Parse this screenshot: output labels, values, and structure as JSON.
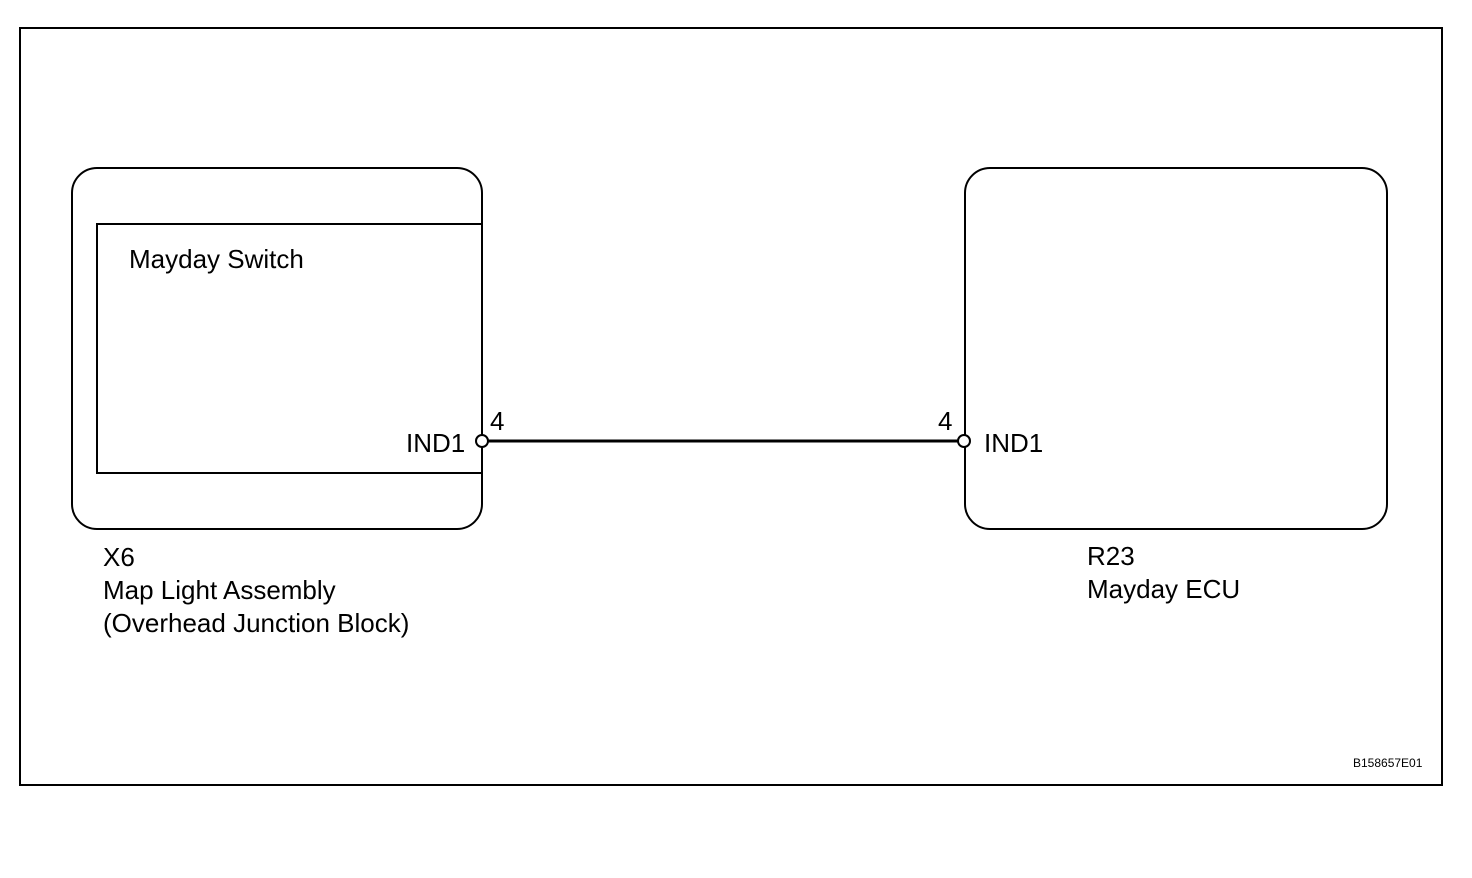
{
  "left_component": {
    "code": "X6",
    "name": "Map Light Assembly",
    "subname": "(Overhead Junction Block)",
    "inner_label": "Mayday Switch",
    "terminal_name": "IND1",
    "pin": "4"
  },
  "right_component": {
    "code": "R23",
    "name": "Mayday ECU",
    "terminal_name": "IND1",
    "pin": "4"
  },
  "figure_id": "B158657E01"
}
